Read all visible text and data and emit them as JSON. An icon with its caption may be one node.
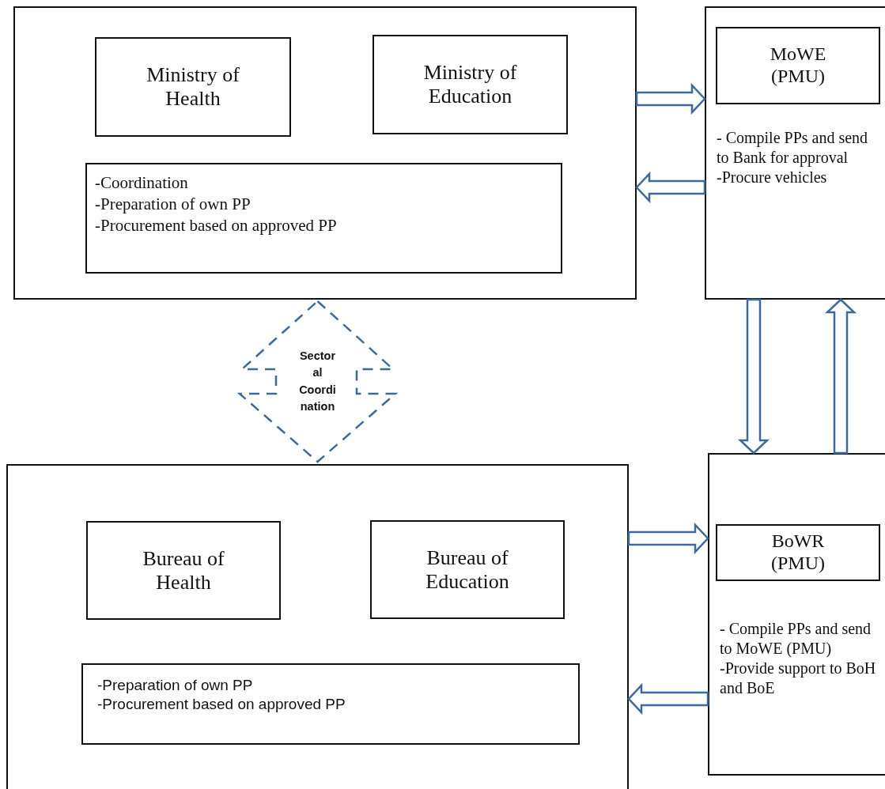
{
  "diagram": {
    "nodes": [
      {
        "text": [],
        "shape": "box"
      },
      {
        "text": [
          "Ministry of Health"
        ],
        "in": 0
      },
      {
        "text": [
          "Ministry of Education"
        ],
        "in": 0
      },
      {
        "text": [
          "-Coordination",
          "-Preparation of own PP",
          "-Procurement based on approved PP"
        ],
        "in": 0
      },
      {
        "text": [
          "- Compile PPs and send to Bank for approval",
          "-Procure vehicles"
        ]
      },
      {
        "text": [
          "MoWE (PMU)"
        ],
        "in": 4
      },
      {
        "text": [
          "Sectoral Coordination"
        ]
      },
      {
        "text": [],
        "shape": "box"
      },
      {
        "text": [
          "Bureau of Health"
        ],
        "in": 7
      },
      {
        "text": [
          "Bureau of Education"
        ],
        "in": 7
      },
      {
        "text": [
          "-Preparation of own PP",
          "-Procurement based on approved PP"
        ],
        "in": 7
      },
      {
        "text": [
          "- Compile PPs and send to MoWE (PMU)",
          "-Provide support to BoH and BoE"
        ]
      },
      {
        "text": [
          "BoWR (PMU)"
        ],
        "in": 11
      }
    ],
    "edges": [
      {
        "from": 0,
        "to": 4,
        "arrow": "to"
      },
      {
        "from": 4,
        "to": 0,
        "arrow": "to"
      },
      {
        "from": 4,
        "to": 11,
        "arrow": "to"
      },
      {
        "from": 11,
        "to": 4,
        "arrow": "to"
      },
      {
        "from": 7,
        "to": 11,
        "arrow": "to"
      },
      {
        "from": 11,
        "to": 7,
        "arrow": "to"
      }
    ]
  }
}
